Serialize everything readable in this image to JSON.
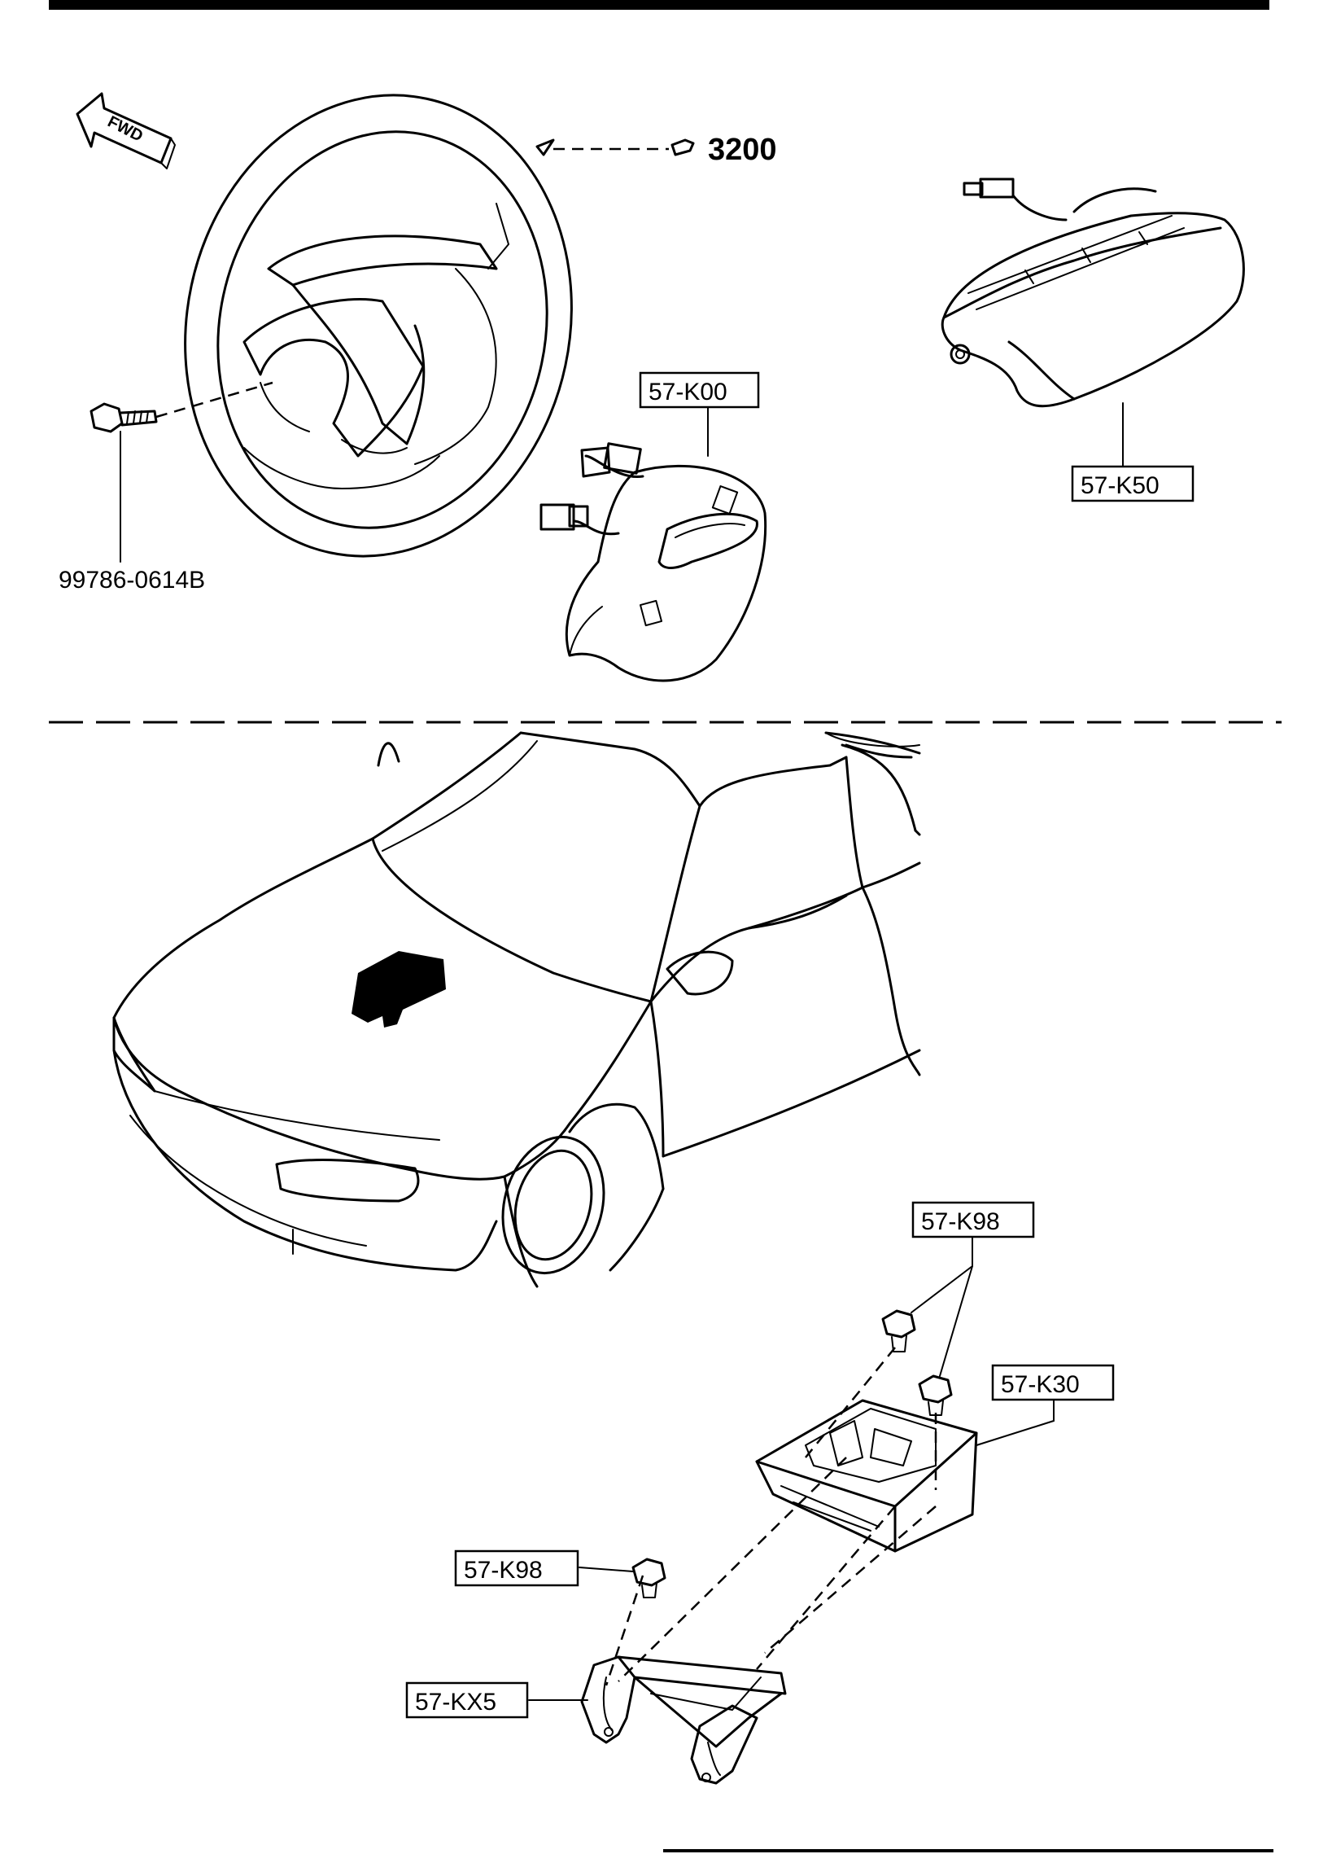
{
  "direction_arrow": {
    "label": "FWD"
  },
  "callouts": {
    "steering_wheel_ref": "3200",
    "bolt": "99786-0614B",
    "driver_airbag": "57-K00",
    "passenger_airbag": "57-K50",
    "nut_upper": "57-K98",
    "control_module": "57-K30",
    "nut_lower": "57-K98",
    "bracket": "57-KX5"
  }
}
